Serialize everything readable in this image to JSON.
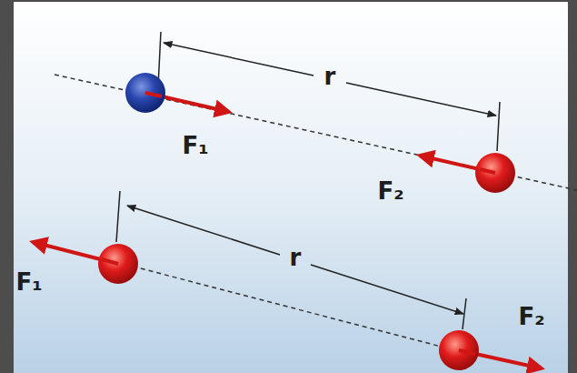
{
  "diagram": {
    "labels": [
      "r",
      "F₁",
      "F₂",
      "r",
      "F₁",
      "F₂"
    ]
  }
}
